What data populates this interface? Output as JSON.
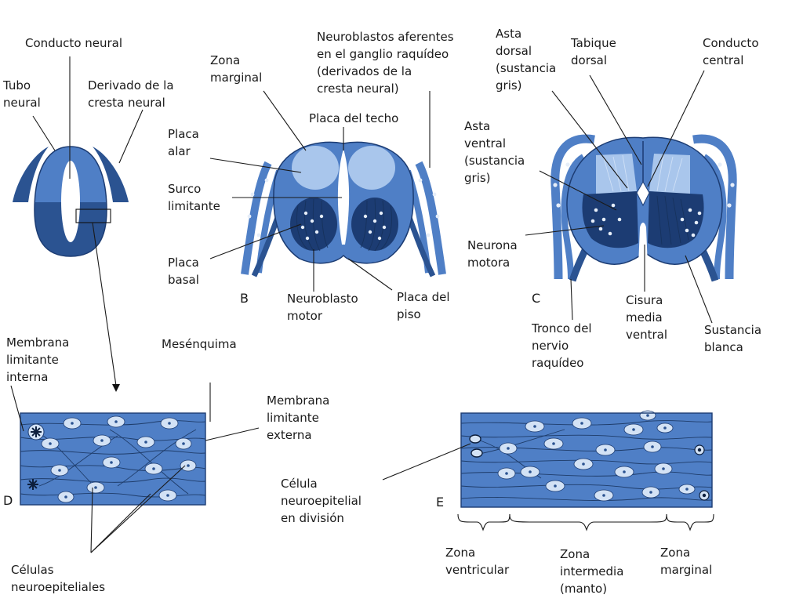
{
  "colors": {
    "light_blue": "#a9c6ec",
    "mid_blue": "#4f7fc6",
    "dark_blue": "#2b5391",
    "deep_blue": "#1c3c73",
    "cell_fill": "#d3e2f5"
  },
  "labels": {
    "conducto_neural": "Conducto neural",
    "tubo": "Tubo",
    "neural": "neural",
    "derivado_1": "Derivado de la",
    "derivado_2": "cresta neural",
    "zona_marg_b_1": "Zona",
    "zona_marg_b_2": "marginal",
    "neuroblastos_1": "Neuroblastos aferentes",
    "neuroblastos_2": "en el ganglio raquídeo",
    "neuroblastos_3": "(derivados de la",
    "neuroblastos_4": "cresta neural)",
    "placa_techo": "Placa del techo",
    "placa_alar_1": "Placa",
    "placa_alar_2": "alar",
    "surco_1": "Surco",
    "surco_2": "limitante",
    "placa_basal_1": "Placa",
    "placa_basal_2": "basal",
    "panel_b": "B",
    "neuroblasto_motor_1": "Neuroblasto",
    "neuroblasto_motor_2": "motor",
    "placa_piso_1": "Placa del",
    "placa_piso_2": "piso",
    "asta_dorsal_1": "Asta",
    "asta_dorsal_2": "dorsal",
    "asta_dorsal_3": "(sustancia",
    "asta_dorsal_4": "gris)",
    "tabique_1": "Tabique",
    "tabique_2": "dorsal",
    "conducto_central_1": "Conducto",
    "conducto_central_2": "central",
    "asta_ventral_1": "Asta",
    "asta_ventral_2": "ventral",
    "asta_ventral_3": "(sustancia",
    "asta_ventral_4": "gris)",
    "neurona_motora_1": "Neurona",
    "neurona_motora_2": "motora",
    "panel_c": "C",
    "tronco_1": "Tronco del",
    "tronco_2": "nervio",
    "tronco_3": "raquídeo",
    "cisura_1": "Cisura",
    "cisura_2": "media",
    "cisura_3": "ventral",
    "sustancia_1": "Sustancia",
    "sustancia_2": "blanca",
    "membrana_int_1": "Membrana",
    "membrana_int_2": "limitante",
    "membrana_int_3": "interna",
    "mesenquima": "Mesénquima",
    "membrana_ext_1": "Membrana",
    "membrana_ext_2": "limitante",
    "membrana_ext_3": "externa",
    "celula_div_1": "Célula",
    "celula_div_2": "neuroepitelial",
    "celula_div_3": "en división",
    "panel_d": "D",
    "panel_e": "E",
    "celulas_1": "Células",
    "celulas_2": "neuroepiteliales",
    "zona_ventricular_1": "Zona",
    "zona_ventricular_2": "ventricular",
    "zona_intermedia_1": "Zona",
    "zona_intermedia_2": "intermedia",
    "zona_intermedia_3": "(manto)",
    "zona_marginal_e_1": "Zona",
    "zona_marginal_e_2": "marginal"
  }
}
